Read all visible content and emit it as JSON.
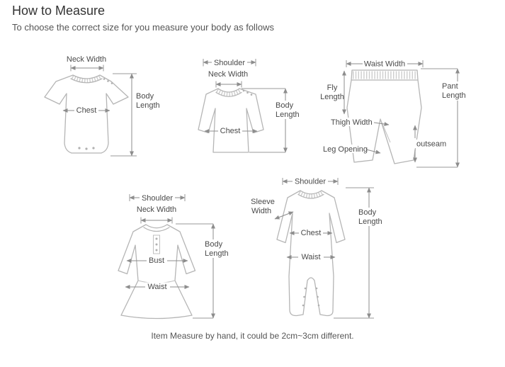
{
  "page": {
    "title": "How to Measure",
    "subtitle": "To choose the correct size for you measure your body as follows",
    "footer": "Item Measure by hand, it could be 2cm~3cm different."
  },
  "diagrams": {
    "onesie": {
      "labels": {
        "neck_width": "Neck Width",
        "chest": "Chest",
        "body_length_1": "Body",
        "body_length_2": "Length"
      }
    },
    "shirt": {
      "labels": {
        "shoulder": "Shoulder",
        "neck_width": "Neck Width",
        "chest": "Chest",
        "body_length_1": "Body",
        "body_length_2": "Length"
      }
    },
    "pants": {
      "labels": {
        "waist_width": "Waist Width",
        "fly_length_1": "Fly",
        "fly_length_2": "Length",
        "pant_length_1": "Pant",
        "pant_length_2": "Length",
        "thigh_width": "Thigh Width",
        "leg_opening": "Leg Opening",
        "outseam": "outseam"
      }
    },
    "dress": {
      "labels": {
        "shoulder": "Shoulder",
        "neck_width": "Neck Width",
        "bust": "Bust",
        "waist": "Waist",
        "body_length_1": "Body",
        "body_length_2": "Length"
      }
    },
    "romper": {
      "labels": {
        "shoulder": "Shoulder",
        "sleeve_width_1": "Sleeve",
        "sleeve_width_2": "Width",
        "chest": "Chest",
        "waist": "Waist",
        "body_length_1": "Body",
        "body_length_2": "Length"
      }
    }
  }
}
